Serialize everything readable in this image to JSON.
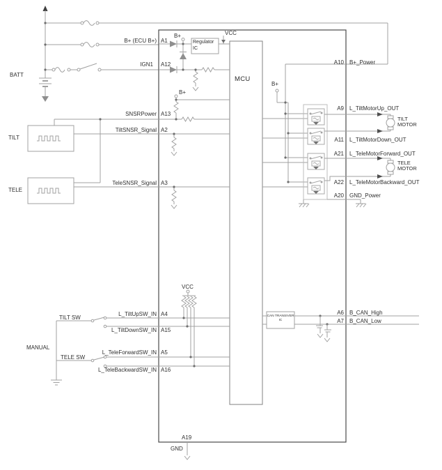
{
  "schematic": {
    "left": [
      {
        "signal": "B+ (ECU B+)",
        "pin": "A1"
      },
      {
        "signal": "IGN1",
        "pin": "A12"
      },
      {
        "signal": "SNSRPower",
        "pin": "A13"
      },
      {
        "signal": "TiltSNSR_Signal",
        "pin": "A2"
      },
      {
        "signal": "TeleSNSR_Signal",
        "pin": "A3"
      },
      {
        "signal": "L_TiltUpSW_IN",
        "pin": "A4"
      },
      {
        "signal": "L_TiltDownSW_IN",
        "pin": "A15"
      },
      {
        "signal": "L_TeleForwardSW_IN",
        "pin": "A5"
      },
      {
        "signal": "L_TeleBackwardSW_IN",
        "pin": "A16"
      },
      {
        "signal": "GND",
        "pin": "A19"
      }
    ],
    "right": [
      {
        "pin": "A10",
        "signal": "B+_Power"
      },
      {
        "pin": "A9",
        "signal": "L_TiltMotorUp_OUT"
      },
      {
        "pin": "A11",
        "signal": "L_TiltMotorDown_OUT"
      },
      {
        "pin": "A21",
        "signal": "L_TeleMotorForward_OUT"
      },
      {
        "pin": "A22",
        "signal": "L_TeleMotorBackward_OUT"
      },
      {
        "pin": "A20",
        "signal": "GND_Power"
      },
      {
        "pin": "A6",
        "signal": "B_CAN_High"
      },
      {
        "pin": "A7",
        "signal": "B_CAN_Low"
      }
    ],
    "labels": {
      "batt": "BATT",
      "tilt_sensor": "TILT",
      "tele_sensor": "TELE",
      "manual": "MANUAL",
      "tilt_sw": "TILT SW",
      "tele_sw": "TELE SW",
      "gnd_bottom": "GND"
    },
    "power": {
      "vcc_mcu": "VCC",
      "vcc_switch": "VCC",
      "bplus_regulator": "B+",
      "bplus_sensor": "B+",
      "bplus_driver": "B+"
    },
    "blocks": {
      "mcu": "MCU",
      "regulator_line1": "Regulator",
      "regulator_line2": "IC",
      "can_line1": "CAN TRANSIVER",
      "can_line2": "IC",
      "tilt_motor_line1": "TILT",
      "tilt_motor_line2": "MOTOR",
      "tele_motor_line1": "TELE",
      "tele_motor_line2": "MOTOR"
    },
    "colors": {
      "background": "#ffffff",
      "wire": "#a0a0a0",
      "component_box": "#8f8f8f",
      "ecu_border": "#4a4a4a",
      "text": "#2f2f2f"
    }
  }
}
